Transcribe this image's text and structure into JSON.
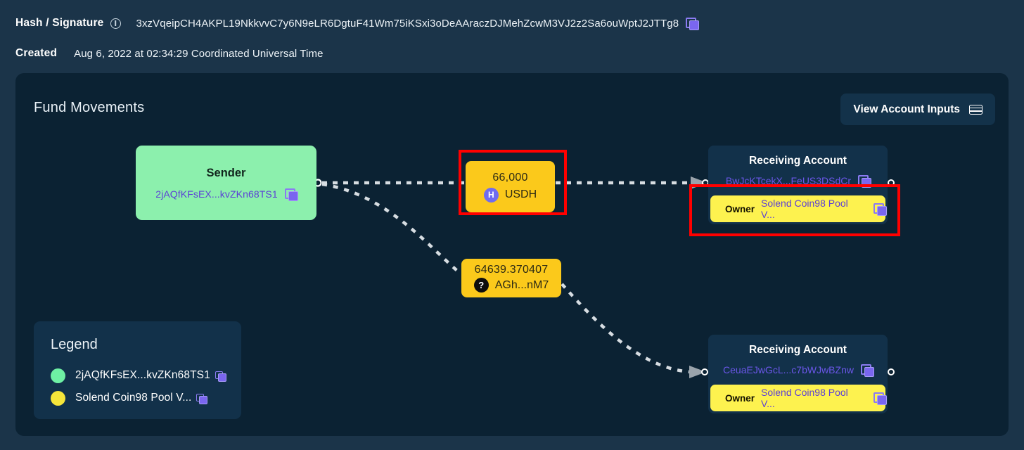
{
  "header": {
    "hash_label": "Hash / Signature",
    "hash_value": "3xzVqeipCH4AKPL19NkkvvC7y6N9eLR6DgtuF41Wm75iKSxi3oDeAAraczDJMehZcwM3VJ2z2Sa6ouWptJ2JTTg8",
    "created_label": "Created",
    "created_value": "Aug 6, 2022 at 02:34:29 Coordinated Universal Time",
    "info_icon": "info-icon",
    "copy_icon": "copy-icon"
  },
  "panel": {
    "title": "Fund Movements",
    "view_inputs_label": "View Account Inputs",
    "view_inputs_icon": "table-icon"
  },
  "graph": {
    "sender": {
      "title": "Sender",
      "address": "2jAQfKFsEX...kvZKn68TS1",
      "color": "#8cf0ad"
    },
    "tokens": [
      {
        "amount": "66,000",
        "symbol": "USDH",
        "badge": "H",
        "badge_color": "#6f6cf0",
        "color": "#fbc91b"
      },
      {
        "amount": "64639.370407",
        "symbol": "AGh...nM7",
        "badge": "?",
        "badge_color": "#0d0d0d",
        "color": "#fbc91b"
      }
    ],
    "receivers": [
      {
        "title": "Receiving Account",
        "address": "BwJcKTcekX...FeUS3DSdCr",
        "owner_label": "Owner",
        "owner_value": "Solend Coin98 Pool V...",
        "owner_color": "#fdf24f"
      },
      {
        "title": "Receiving Account",
        "address": "CeuaEJwGcL...c7bWJwBZnw",
        "owner_label": "Owner",
        "owner_value": "Solend Coin98 Pool V...",
        "owner_color": "#fdf24f"
      }
    ]
  },
  "legend": {
    "title": "Legend",
    "items": [
      {
        "color": "#6ef0a4",
        "label": "2jAQfKFsEX...kvZKn68TS1"
      },
      {
        "color": "#f5e53a",
        "label": "Solend Coin98 Pool V..."
      }
    ]
  },
  "annotations": {
    "highlight_color": "#ff0000",
    "boxes": [
      "usdh-token-node",
      "owner-badge-top-receiver"
    ]
  },
  "colors": {
    "page_background": "#1b3449",
    "panel_background": "#0b2233",
    "node_background": "#12314a",
    "accent_purple": "#5b3fd6",
    "edge_color": "#d7dde2"
  }
}
